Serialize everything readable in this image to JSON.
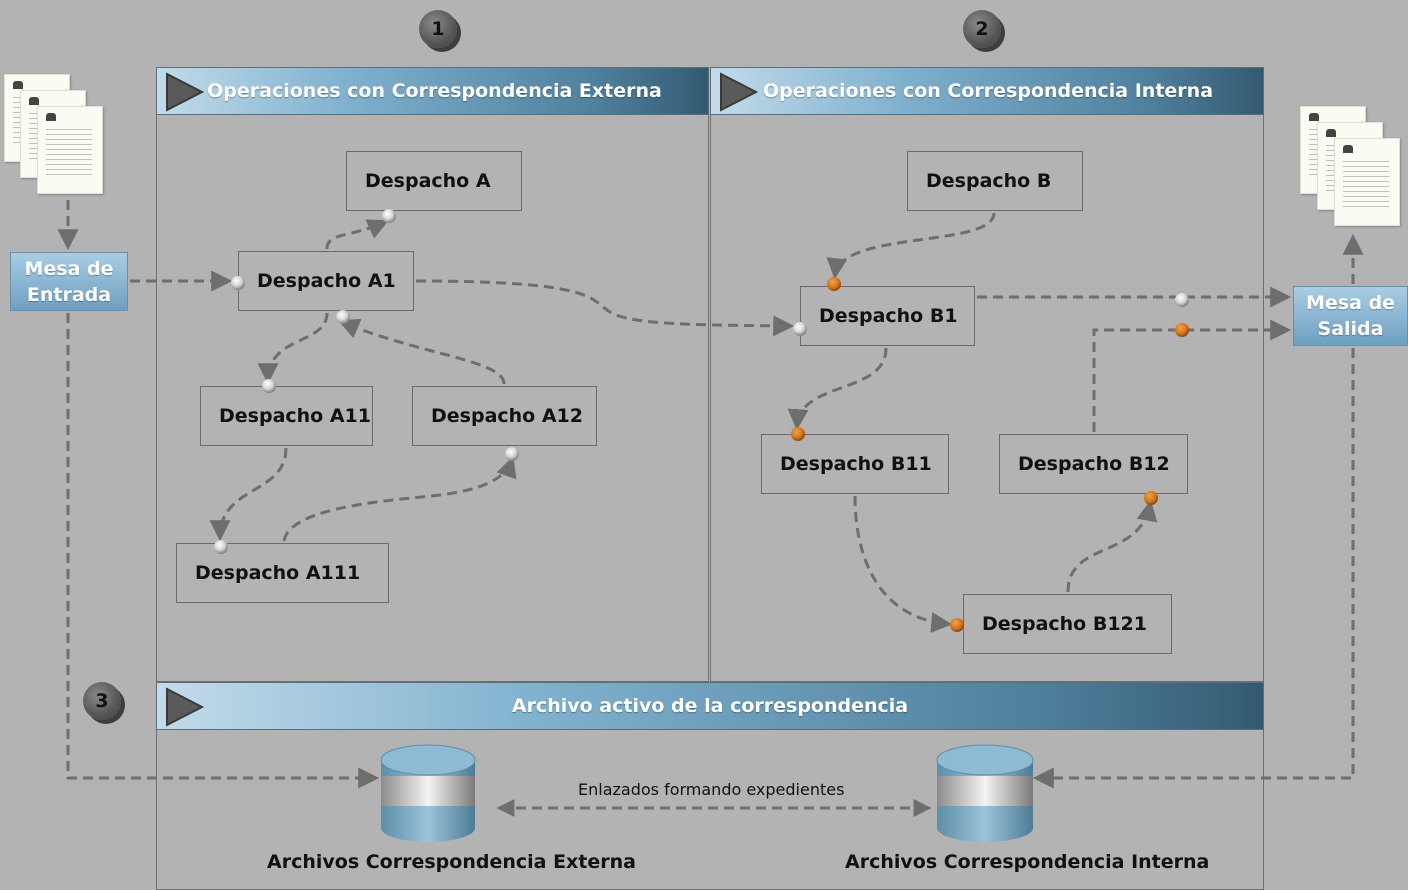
{
  "steps": [
    "1",
    "2",
    "3"
  ],
  "external_panel": {
    "title": "Operaciones con Correspondencia Externa"
  },
  "internal_panel": {
    "title": "Operaciones con Correspondencia Interna"
  },
  "archive_panel": {
    "title": "Archivo activo de la correspondencia"
  },
  "external_offices": [
    "Despacho A",
    "Despacho A1",
    "Despacho A11",
    "Despacho A12",
    "Despacho A111"
  ],
  "internal_offices": [
    "Despacho B",
    "Despacho B1",
    "Despacho B11",
    "Despacho B12",
    "Despacho B121"
  ],
  "entry_desk": {
    "line1": "Mesa de",
    "line2": "Entrada"
  },
  "exit_desk": {
    "line1": "Mesa de",
    "line2": "Salida"
  },
  "archive": {
    "link_label": "Enlazados formando expedientes",
    "external_db": "Archivos Correspondencia Externa",
    "internal_db": "Archivos Correspondencia Interna"
  },
  "colors": {
    "band_dark": "#345a72",
    "band_light": "#c2dbea",
    "desk": "#6e9fc1",
    "internal_marker": "#d97a1e",
    "external_marker": "#e8e8e8",
    "background": "#b3b3b3"
  },
  "icons": {
    "documents": "document-stack-icon",
    "database": "database-icon",
    "band": "play-triangle-icon"
  }
}
